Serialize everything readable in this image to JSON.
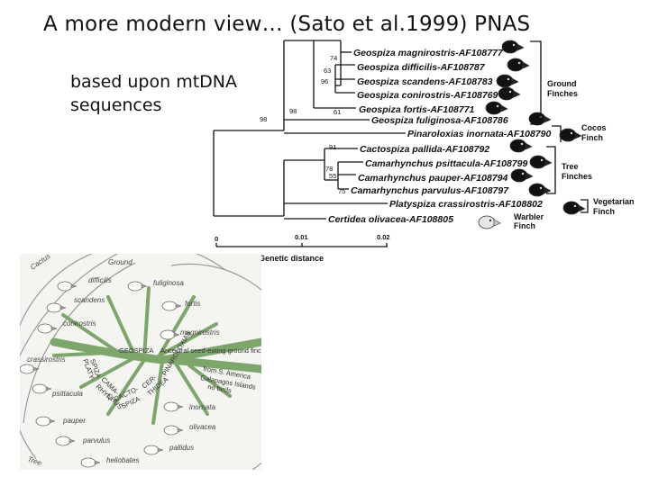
{
  "slide": {
    "title": "A more modern view… (Sato et al.1999) PNAS",
    "subtitle_line1": "based upon mtDNA",
    "subtitle_line2": "sequences"
  },
  "tree": {
    "taxa": [
      "Geospiza magnirostris-AF108777",
      "Geospiza difficilis-AF108787",
      "Geospiza scandens-AF108783",
      "Geospiza conirostris-AF108769",
      "Geospiza fortis-AF108771",
      "Geospiza fuliginosa-AF108786",
      "Pinaroloxias inornata-AF108790",
      "Cactospiza pallida-AF108792",
      "Camarhynchus psittacula-AF108799",
      "Camarhynchus pauper-AF108794",
      "Camarhynchus parvulus-AF108797",
      "Platyspiza crassirostris-AF108802",
      "Certidea olivacea-AF108805"
    ],
    "bootstrap": [
      "74",
      "63",
      "96",
      "61",
      "98",
      "91",
      "78",
      "55",
      "75"
    ],
    "groups": [
      {
        "line1": "Ground",
        "line2": "Finches"
      },
      {
        "line1": "Cocos",
        "line2": "Finch"
      },
      {
        "line1": "Tree",
        "line2": "Finches"
      },
      {
        "line1": "Vegetarian",
        "line2": "Finch"
      },
      {
        "line1": "Warbler",
        "line2": "Finch"
      }
    ],
    "scale_ticks": [
      "0",
      "0.01",
      "0.02"
    ],
    "axis_label": "Genetic distance",
    "colors": {
      "ink": "#111111",
      "bird": "#111111",
      "bird_light": "#e6e6e6"
    }
  },
  "radial": {
    "ring_labels": [
      "Cactus",
      "Ground",
      "Tree"
    ],
    "species": [
      "difficilis",
      "fuliginosa",
      "scandens",
      "fortis",
      "conirostris",
      "magnirostris",
      "crassirostris",
      "psittacula",
      "inornata",
      "pauper",
      "olivacea",
      "parvulus",
      "pallidus",
      "heliobates"
    ],
    "center_words": [
      "GEOSPIZA",
      "Ancestral seed-eating ground finch",
      "from S. America",
      "Galapagos Islands",
      "PLATY-",
      "SPIZA",
      "CAMA-",
      "RHYN-",
      "CHUS",
      "CACTO-",
      "SPIZA",
      "CER-",
      "THIDEA",
      "PINAROLOXIAS",
      "no birds"
    ],
    "colors": {
      "bg": "#f4f4f0",
      "trunk": "#7ea66c",
      "ring": "#8a8a8a"
    }
  }
}
